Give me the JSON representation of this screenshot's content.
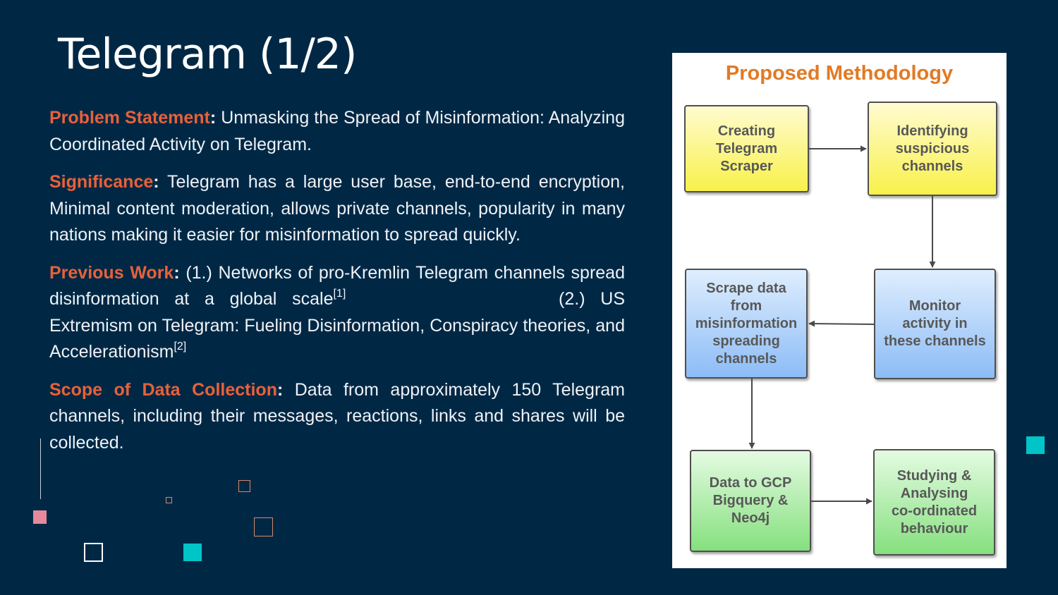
{
  "slide": {
    "title": "Telegram (1/2)"
  },
  "sections": {
    "problem": {
      "label": "Problem Statement",
      "colon": ":",
      "text": " Unmasking the Spread of Misinformation: Analyzing Coordinated Activity on Telegram."
    },
    "significance": {
      "label": "Significance",
      "colon": ":",
      "text": " Telegram has a large user base, end-to-end encryption, Minimal content moderation, allows private channels, popularity in many nations making it easier for misinformation to spread quickly."
    },
    "previous": {
      "label": "Previous Work",
      "colon": ":",
      "text1": " (1.) Networks of pro-Kremlin Telegram channels spread disinformation at a global scale",
      "ref1": "[1]",
      "text2": " (2.) US Extremism on Telegram: Fueling Disinformation, Conspiracy theories, and Accelerationism",
      "ref2": "[2]"
    },
    "scope": {
      "label": "Scope of Data Collection",
      "colon": ":",
      "text": " Data from approximately 150 Telegram channels, including their messages, reactions, links and shares will be collected."
    }
  },
  "diagram": {
    "title": "Proposed Methodology",
    "nodes": {
      "scraper": "Creating\nTelegram\nScraper",
      "identify": "Identifying\nsuspicious\nchannels",
      "monitor": "Monitor\nactivity in\nthese channels",
      "scrape": "Scrape data\nfrom\nmisinformation\nspreading\nchannels",
      "gcp": "Data to GCP\nBigquery &\nNeo4j",
      "study": "Studying &\nAnalysing\nco-ordinated\nbehaviour"
    }
  },
  "colors": {
    "background": "#002845",
    "label_accent": "#e8613a",
    "diagram_title": "#e27a23",
    "deco_pink": "#e6899d",
    "deco_teal": "#00c5c8",
    "deco_orange_outline": "#d4896a",
    "deco_white_outline": "#ffffff"
  }
}
